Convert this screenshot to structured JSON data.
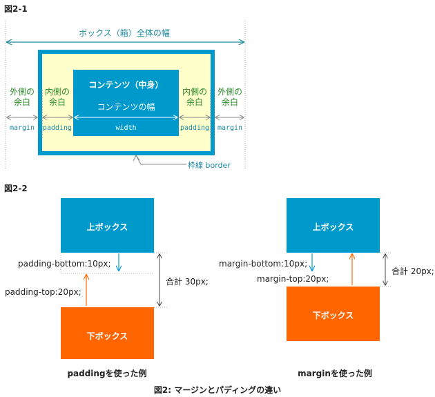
{
  "fig1": {
    "label": "図2-1",
    "total_width_label": "ボックス（箱）全体の幅",
    "content_title": "コンテンツ（中身）",
    "content_width_label": "コンテンツの幅",
    "outer_margin_left": "外側の\n余白",
    "inner_padding_left": "内側の\n余白",
    "inner_padding_right": "内側の\n余白",
    "outer_margin_right": "外側の\n余白",
    "margin_left": "margin",
    "padding_left": "padding",
    "width": "width",
    "padding_right": "padding",
    "margin_right": "margin",
    "border_label": "枠線 border"
  },
  "fig2": {
    "label": "図2-2",
    "left": {
      "upper_box": "上ボックス",
      "lower_box": "下ボックス",
      "bottom_value": "padding-bottom:10px;",
      "top_value": "padding-top:20px;",
      "total": "合計 30px;",
      "caption": "paddingを使った例"
    },
    "right": {
      "upper_box": "上ボックス",
      "lower_box": "下ボックス",
      "bottom_value": "margin-bottom:10px;",
      "top_value": "margin-top:20px;",
      "total": "合計 20px;",
      "caption": "marginを使った例"
    },
    "footer_caption": "図2: マージンとパディングの違い"
  },
  "colors": {
    "blue": "#0099cc",
    "orange": "#ff6600",
    "padding_fill": "#ffffcc",
    "teal_text": "#1a8aa0",
    "green_text": "#2f8a2f"
  }
}
